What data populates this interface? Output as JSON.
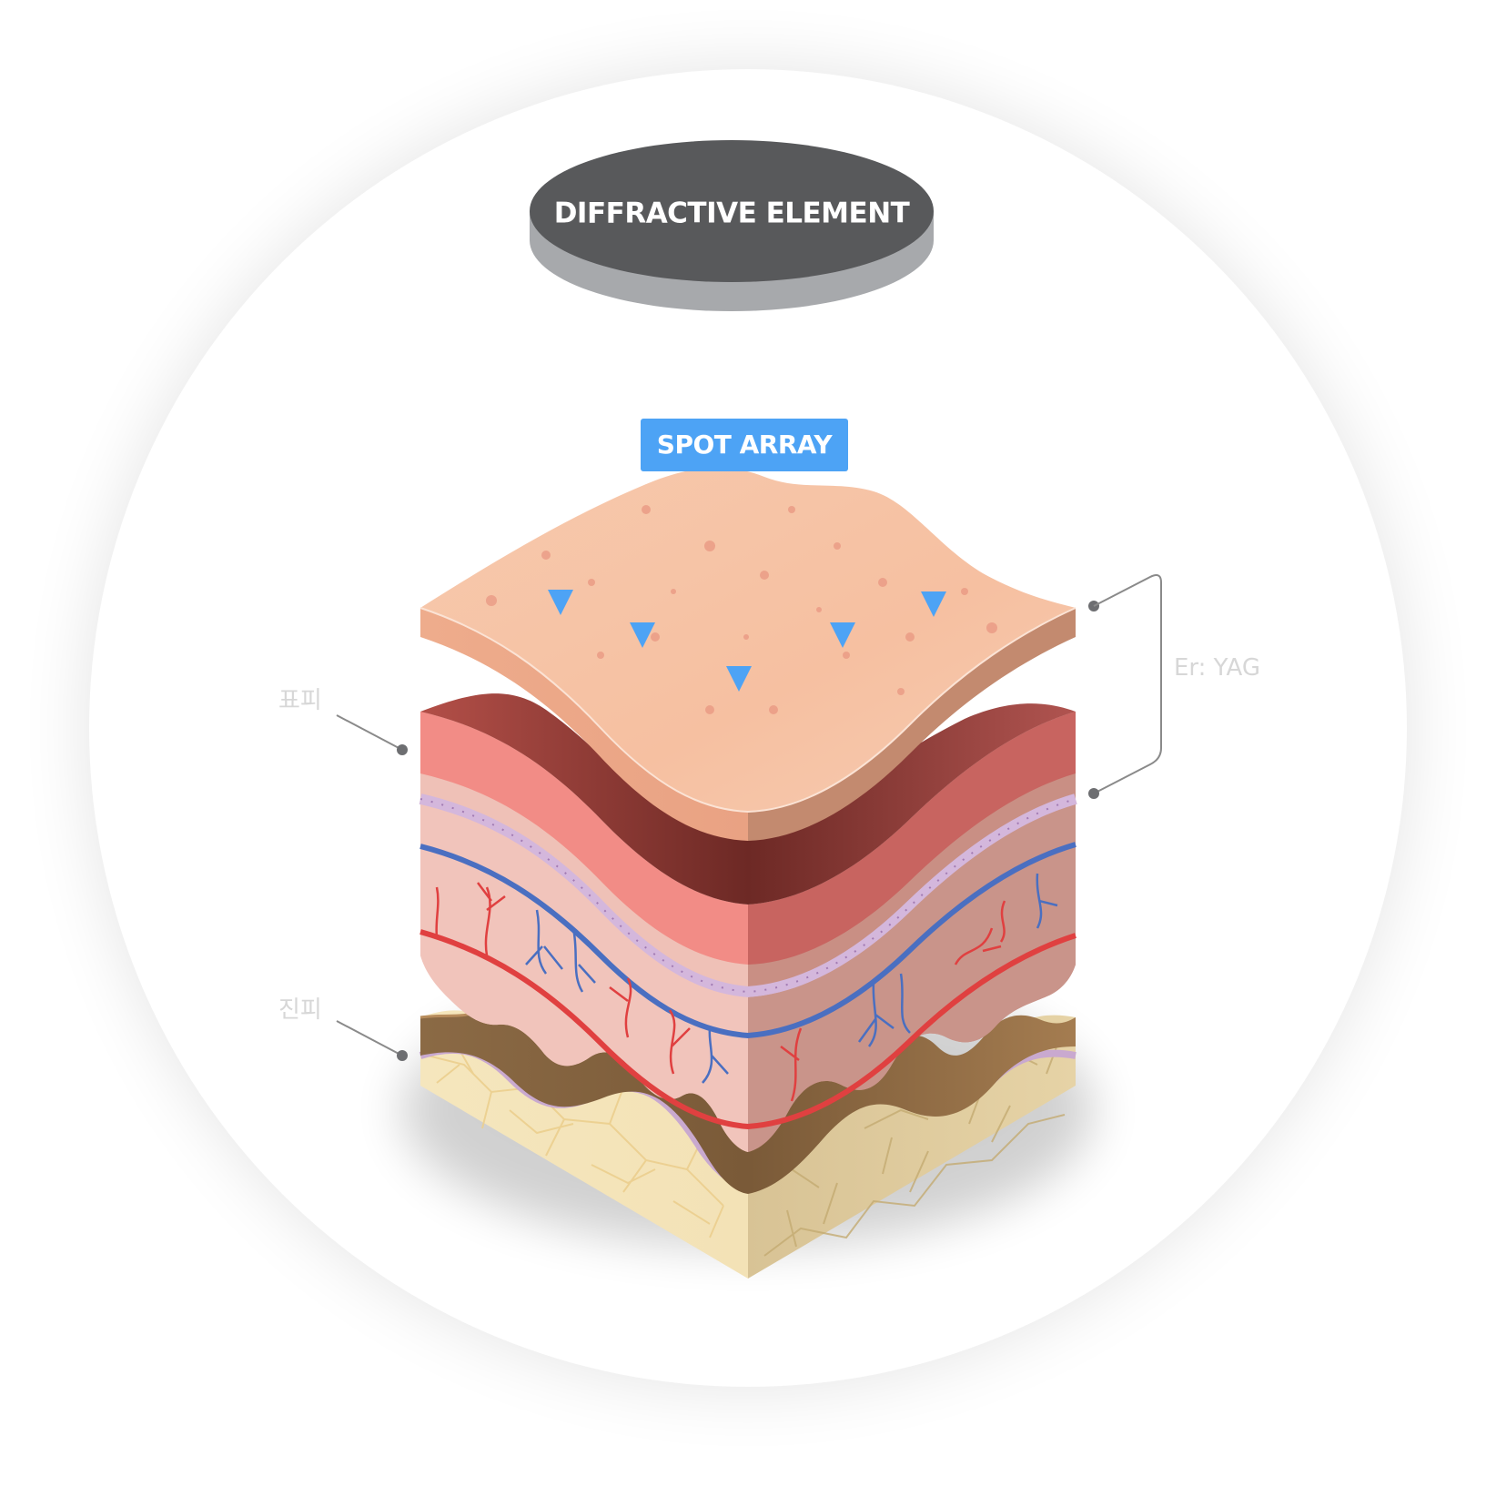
{
  "diagram": {
    "source_label": "DIFFRACTIVE ELEMENT",
    "beam_label": "SPOT ARRAY",
    "annotations": {
      "epidermis": "표피",
      "dermis": "진피",
      "treatment_depth": "Er: YAG"
    },
    "colors": {
      "source_top": "#58595b",
      "source_side": "#a7a9ac",
      "beam": "#4da3f5",
      "beam_label_bg": "#4da3f5",
      "skin_top": "#f6c5a7",
      "dermis": "#f28c86",
      "dermis_dark": "#a64a44",
      "vein": "#4a6fc1",
      "artery": "#e04040",
      "fat": "#f2e4b8",
      "subcutis": "#a8784c"
    }
  }
}
